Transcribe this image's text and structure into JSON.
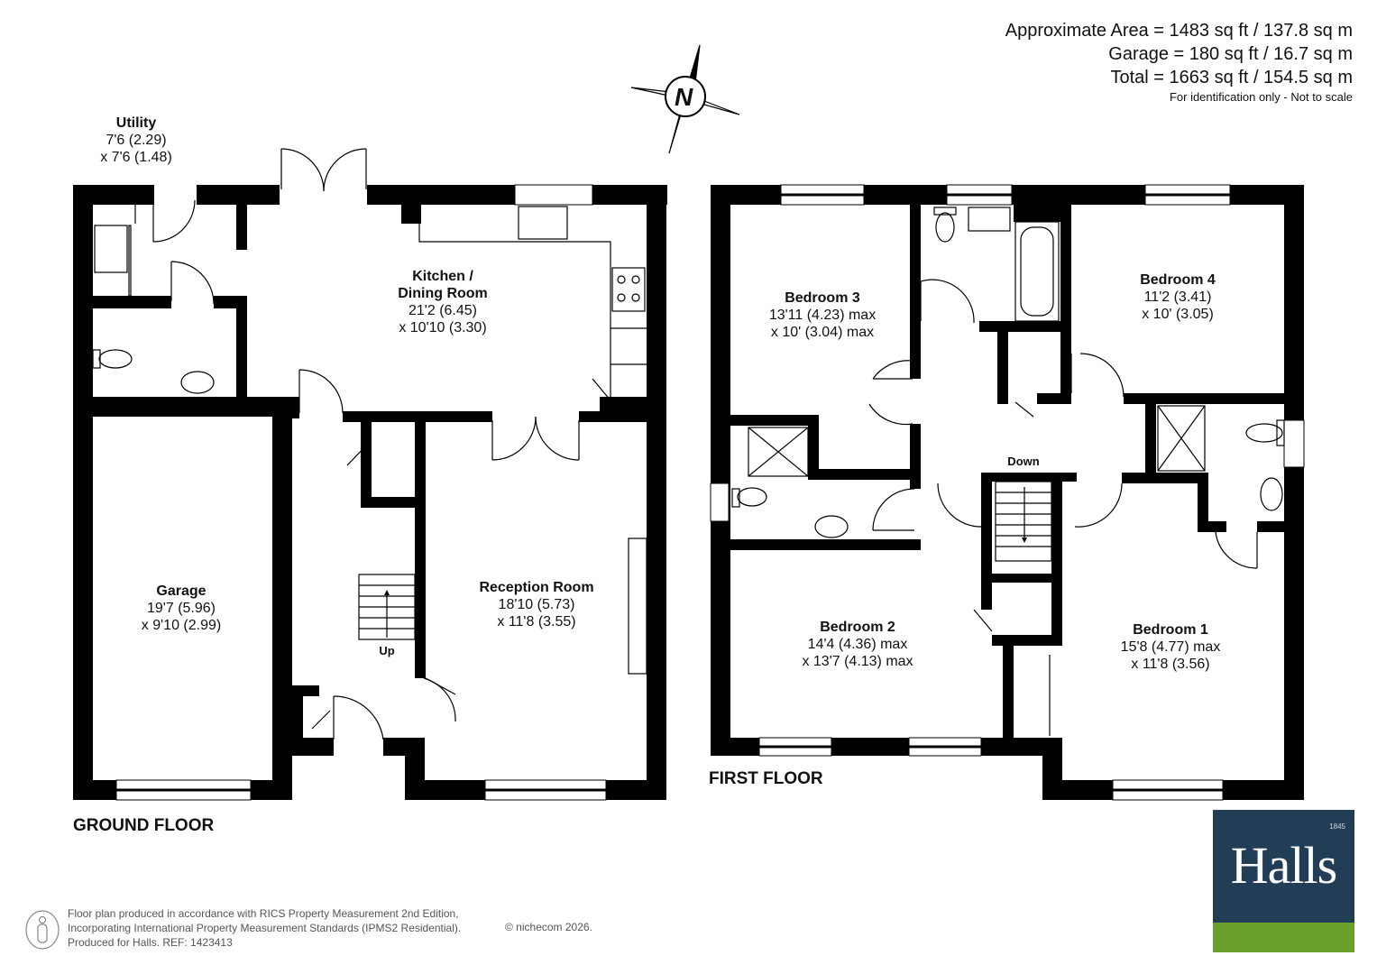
{
  "area": {
    "approx": "Approximate Area = 1483 sq ft / 137.8 sq m",
    "garage": "Garage = 180 sq ft / 16.7 sq m",
    "total": "Total = 1663  sq ft / 154.5 sq m",
    "note": "For identification only - Not to scale"
  },
  "compass": {
    "letter": "N"
  },
  "ground": {
    "title": "GROUND FLOOR",
    "utility": {
      "name": "Utility",
      "d1": "7'6 (2.29)",
      "d2": "x 7'6 (1.48)"
    },
    "kitchen": {
      "name1": "Kitchen /",
      "name2": "Dining Room",
      "d1": "21'2 (6.45)",
      "d2": "x 10'10 (3.30)"
    },
    "garage": {
      "name": "Garage",
      "d1": "19'7 (5.96)",
      "d2": "x 9'10 (2.99)"
    },
    "reception": {
      "name": "Reception Room",
      "d1": "18'10 (5.73)",
      "d2": "x 11'8 (3.55)"
    },
    "stairs": "Up"
  },
  "first": {
    "title": "FIRST FLOOR",
    "bed3": {
      "name": "Bedroom 3",
      "d1": "13'11 (4.23) max",
      "d2": "x 10' (3.04) max"
    },
    "bed4": {
      "name": "Bedroom 4",
      "d1": "11'2 (3.41)",
      "d2": "x 10' (3.05)"
    },
    "bed2": {
      "name": "Bedroom 2",
      "d1": "14'4 (4.36) max",
      "d2": "x 13'7 (4.13) max"
    },
    "bed1": {
      "name": "Bedroom 1",
      "d1": "15'8 (4.77) max",
      "d2": "x 11'8 (3.56)"
    },
    "stairs": "Down"
  },
  "footer": {
    "line1": "Floor plan produced in accordance with RICS Property Measurement 2nd Edition,",
    "line2": "Incorporating International Property Measurement Standards (IPMS2 Residential).",
    "line3": "Produced for Halls.   REF: 1423413",
    "copyright": "© nichecom 2026."
  },
  "logo": {
    "name": "Halls",
    "year": "1845"
  },
  "colors": {
    "wall": "#000000",
    "logo_bg": "#223d56",
    "logo_bar": "#6aa02b"
  }
}
